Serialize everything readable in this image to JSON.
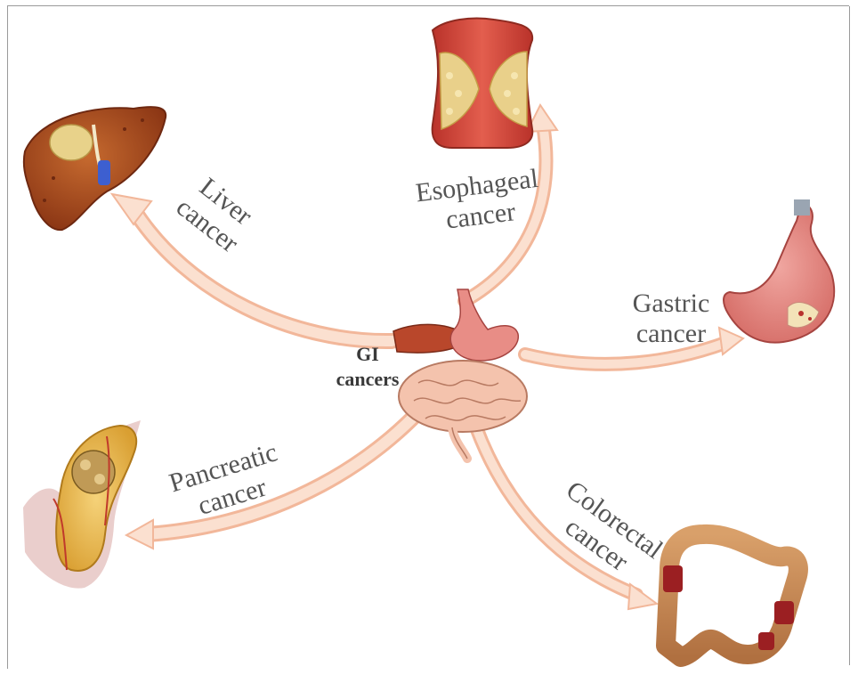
{
  "center": {
    "line1": "GI",
    "line2": "cancers"
  },
  "cancers": [
    {
      "id": "liver",
      "line1": "Liver",
      "line2": "cancer"
    },
    {
      "id": "esophageal",
      "line1": "Esophageal",
      "line2": "cancer"
    },
    {
      "id": "gastric",
      "line1": "Gastric",
      "line2": "cancer"
    },
    {
      "id": "pancreatic",
      "line1": "Pancreatic",
      "line2": "cancer"
    },
    {
      "id": "colorectal",
      "line1": "Colorectal",
      "line2": "cancer"
    }
  ],
  "colors": {
    "arrow_fill": "#fbe0d0",
    "arrow_stroke": "#f2b79a",
    "label_text": "#555555",
    "liver": "#a0461f",
    "esophagus": "#d4503e",
    "stomach": "#e88d86",
    "pancreas": "#e9b84a",
    "colon": "#c98a55",
    "intestine": "#f4c3ad"
  }
}
